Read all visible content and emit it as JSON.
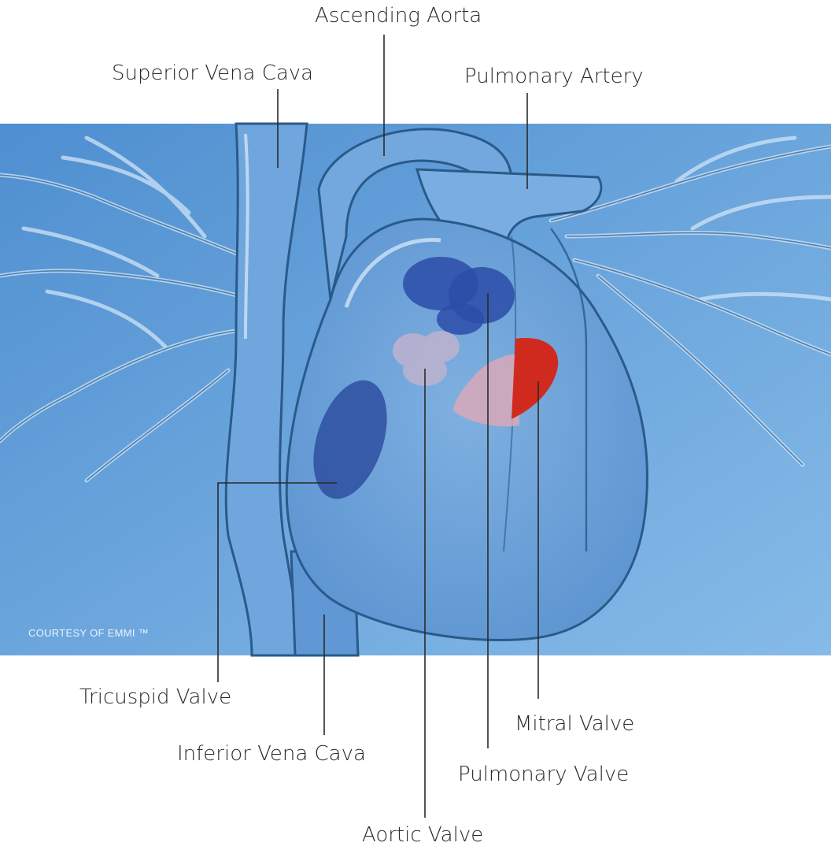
{
  "labels": {
    "ascending_aorta": "Ascending Aorta",
    "superior_vena_cava": "Superior Vena Cava",
    "pulmonary_artery": "Pulmonary Artery",
    "tricuspid_valve": "Tricuspid Valve",
    "inferior_vena_cava": "Inferior Vena Cava",
    "mitral_valve": "Mitral Valve",
    "pulmonary_valve": "Pulmonary Valve",
    "aortic_valve": "Aortic Valve"
  },
  "credit": "COURTESY OF EMMI ™",
  "colors": {
    "background_top": "#5a9ad8",
    "background_bottom": "#7fb6e6",
    "vessel_outline": "#2a5a8a",
    "vessel_highlight": "#cfe4f7",
    "tricuspid_valve": "#2e4fa0",
    "pulmonary_valve": "#2c4ca8",
    "aortic_valve": "#b9b2cf",
    "mitral_valve_red": "#d02a1e",
    "mitral_valve_pink": "#d8a8b8",
    "label_text": "#2a2a2a",
    "leader_line": "#2a2a2a"
  }
}
